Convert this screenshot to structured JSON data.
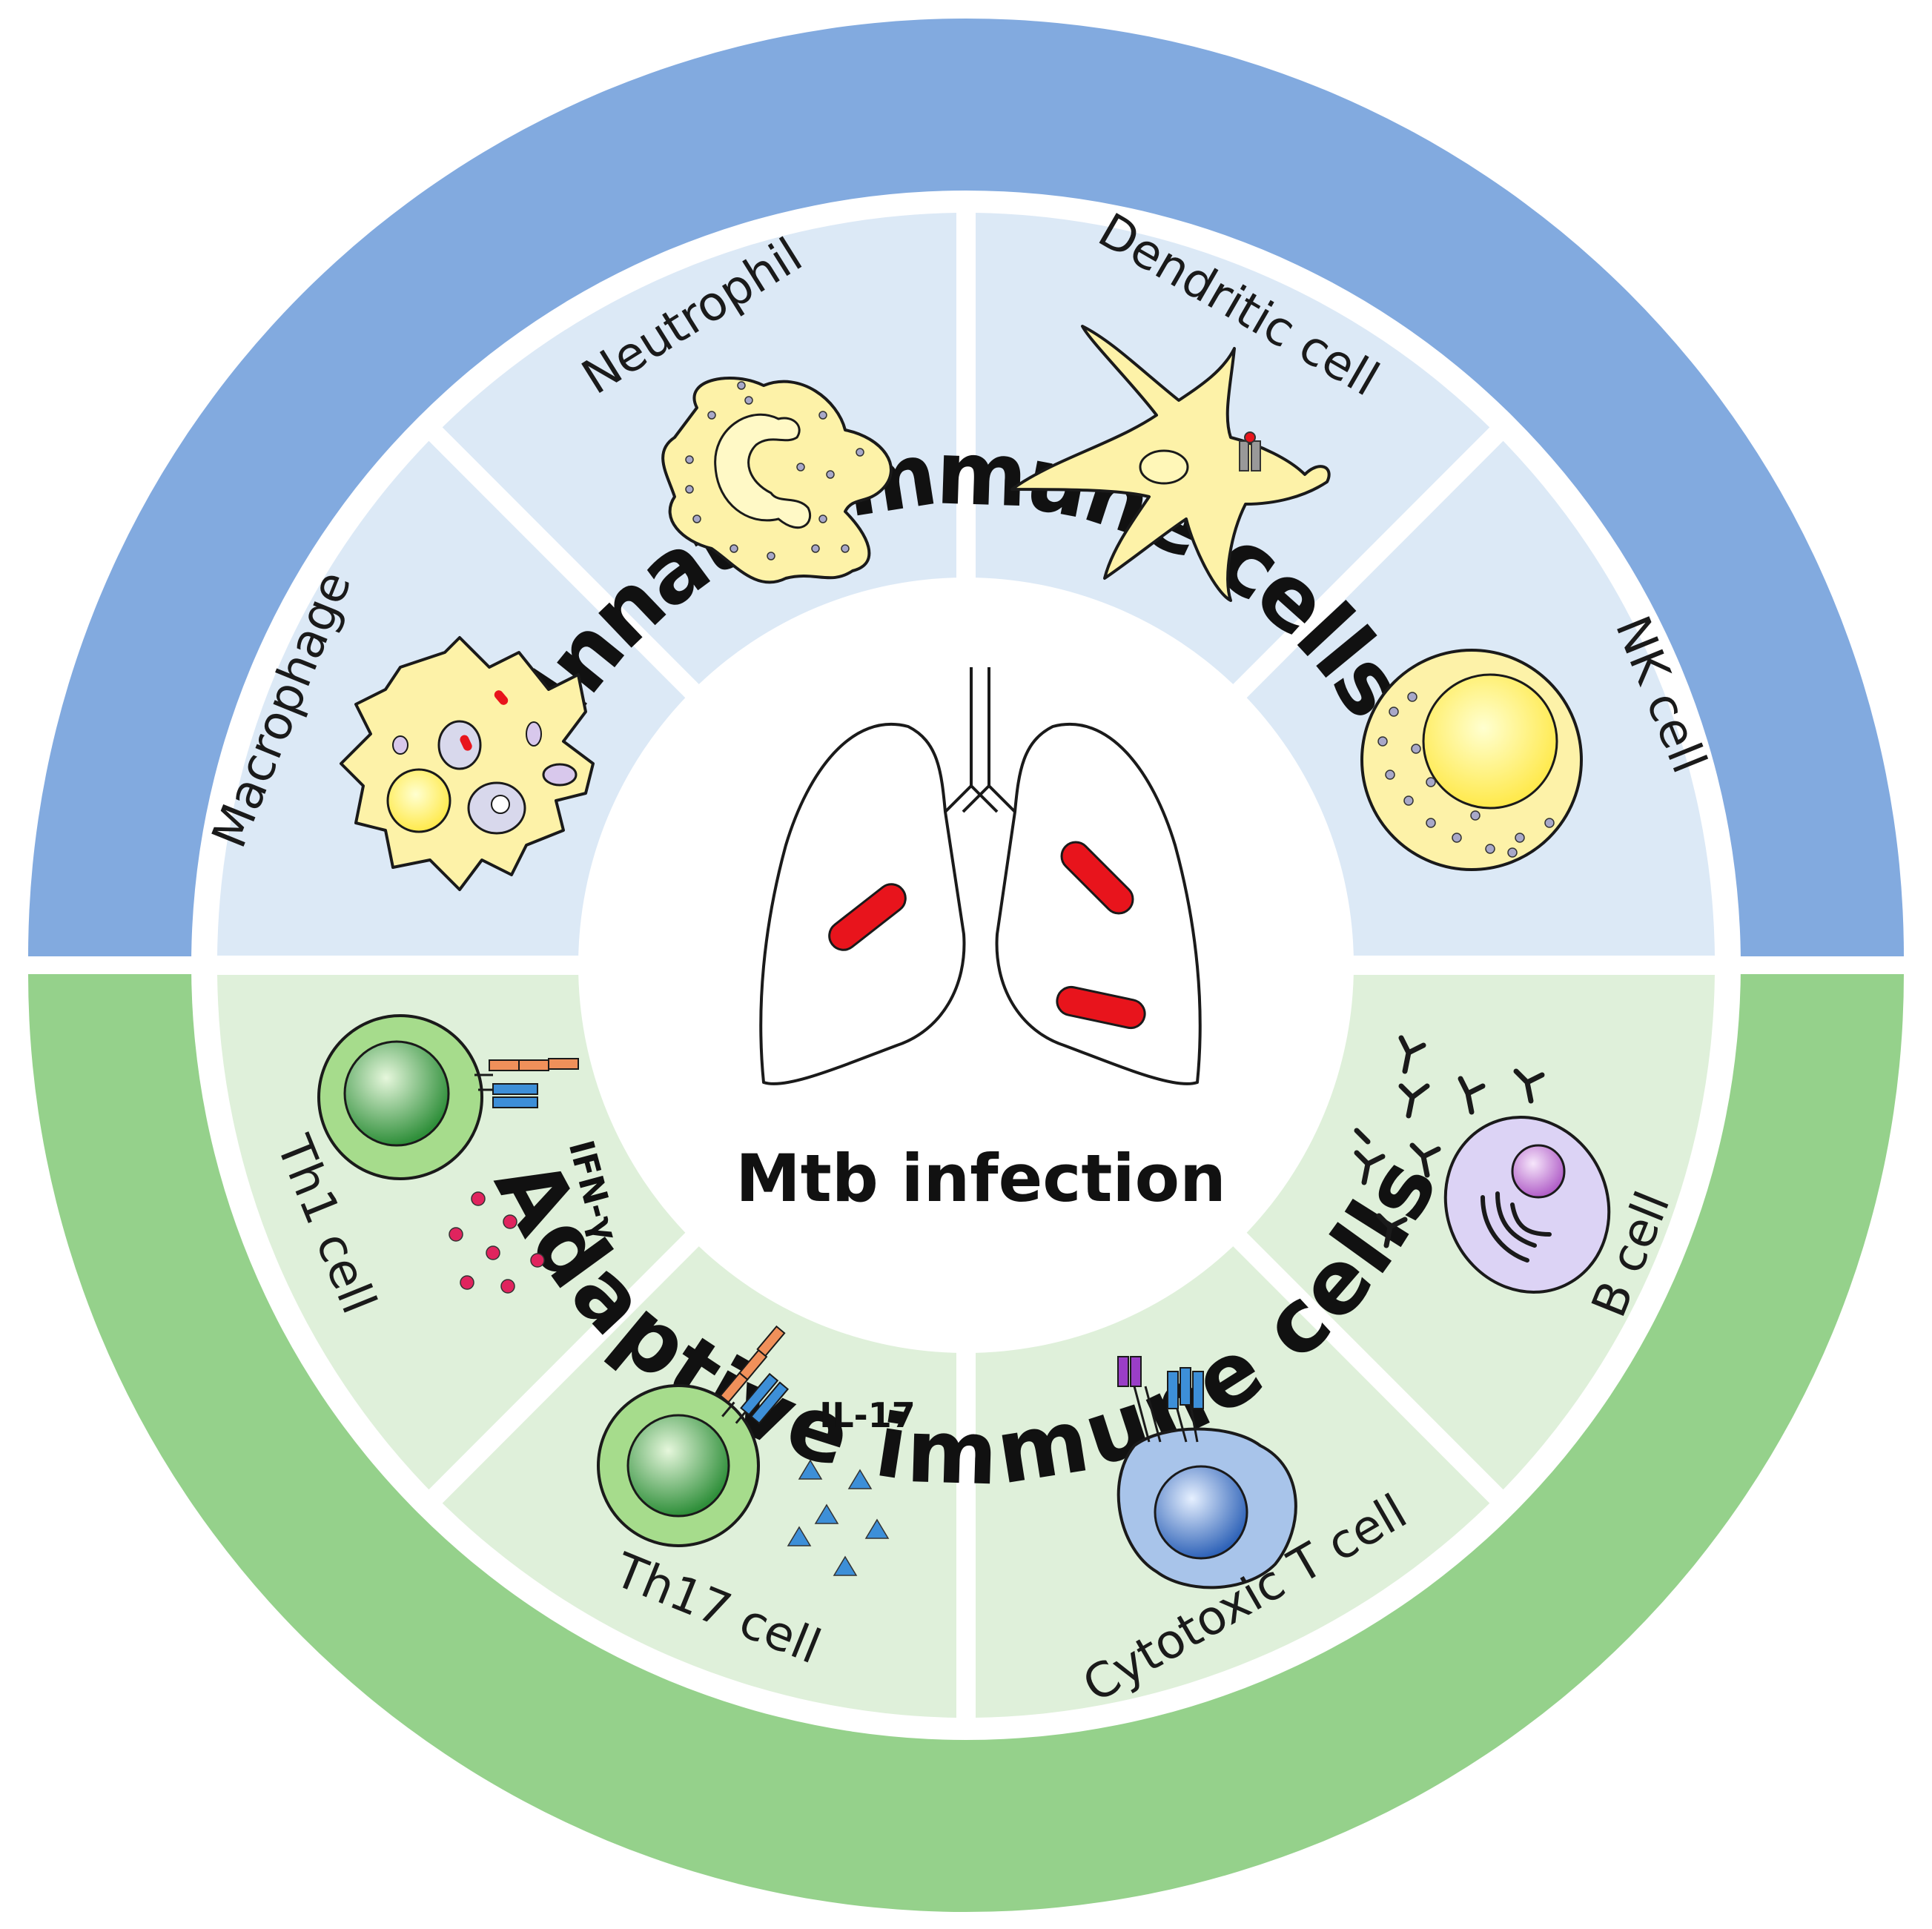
{
  "center_label": "Mtb infection",
  "innate": {
    "title": "Innate immune cells",
    "color": "#82aadf",
    "sector_color": "#dce9f6",
    "cells": [
      "Macrophage",
      "Neutrophil",
      "Dendritic cell",
      "NK cell"
    ]
  },
  "adaptive": {
    "title": "Adaptive immune cells",
    "color": "#95d18b",
    "sector_color": "#dff0da",
    "cells": [
      "Th1 cell",
      "Th17 cell",
      "Cytotoxic T cell",
      "B cell"
    ]
  },
  "cytokines": {
    "th1": "IFN-γ",
    "th17": "IL-17"
  },
  "colors": {
    "cell_fill": "#fdf2a8",
    "nucleus_yellow": "#fff27a",
    "t_cell_green": "#a6dc8c",
    "mtb_red": "#e8141c",
    "ifn_dots": "#e0245e",
    "il17_triangles": "#3d8fd8",
    "b_cell_purple": "#dcd3f5",
    "ctl_blue": "#a8c4ea"
  }
}
